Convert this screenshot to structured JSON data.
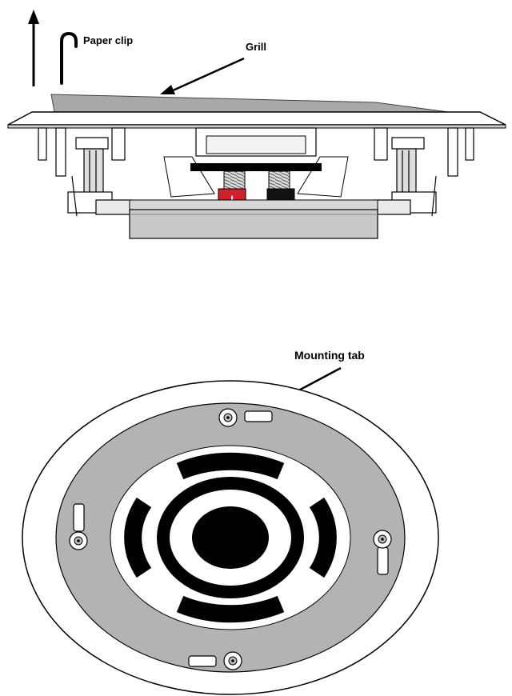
{
  "side_view": {
    "labels": {
      "paper_clip": "Paper clip",
      "grill": "Grill"
    },
    "terminals": {
      "positive": "+",
      "negative": "-"
    },
    "colors": {
      "positive_terminal": "#d0202a",
      "negative_terminal": "#111111",
      "housing": "#c9c9c9",
      "grill": "#a8a8a8"
    },
    "icons": {
      "arrow": "up-arrow-icon",
      "clip": "paper-clip-icon"
    }
  },
  "bottom_view": {
    "labels": {
      "mounting_tab": "Mounting tab"
    },
    "colors": {
      "baffle": "#b3b3b3",
      "grille_slots": "#000000"
    }
  }
}
